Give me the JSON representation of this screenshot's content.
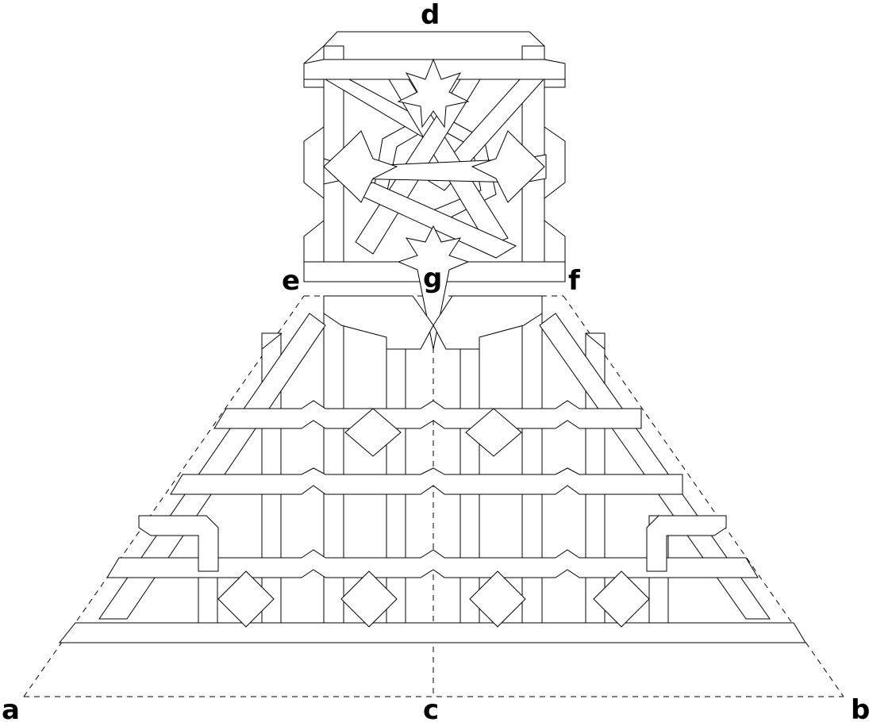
{
  "labels": {
    "a": "a",
    "b": "b",
    "c": "c",
    "d": "d",
    "e": "e",
    "f": "f",
    "g": "g"
  },
  "colors": {
    "stroke": "#000000",
    "background": "#ffffff"
  }
}
